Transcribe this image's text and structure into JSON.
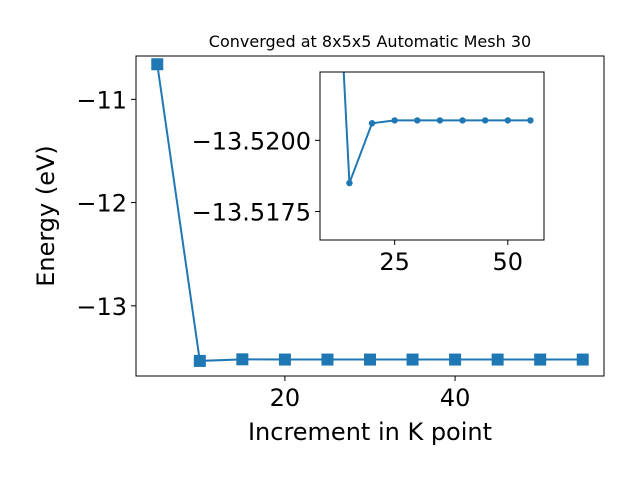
{
  "chart_data": [
    {
      "type": "line",
      "title": "Converged at 8x5x5 Automatic Mesh 30",
      "xlabel": "Increment in K point",
      "ylabel": "Energy (eV)",
      "xlim": [
        2.5,
        57.5
      ],
      "ylim": [
        -13.68,
        -10.58
      ],
      "xticks": [
        20,
        40
      ],
      "xtick_labels": [
        "20",
        "40"
      ],
      "yticks": [
        -11,
        -12,
        -13
      ],
      "ytick_labels": [
        "−11",
        "−12",
        "−13"
      ],
      "grid": false,
      "marker": "square",
      "color": "#1f77b4",
      "series": [
        {
          "x": [
            5,
            10,
            15,
            20,
            25,
            30,
            35,
            40,
            45,
            50,
            55
          ],
          "values": [
            -10.66,
            -13.534,
            -13.5185,
            -13.5206,
            -13.5207,
            -13.5207,
            -13.5207,
            -13.5207,
            -13.5207,
            -13.5207,
            -13.5207
          ]
        }
      ]
    },
    {
      "type": "line",
      "title": "",
      "xlabel": "",
      "ylabel": "",
      "xlim": [
        8.5,
        58
      ],
      "ylim": [
        -13.5165,
        -13.5224
      ],
      "xticks": [
        25,
        50
      ],
      "xtick_labels": [
        "25",
        "50"
      ],
      "yticks": [
        -13.52,
        -13.5175
      ],
      "ytick_labels": [
        "−13.5200",
        "−13.5175"
      ],
      "grid": false,
      "marker": "circle",
      "color": "#1f77b4",
      "series": [
        {
          "x": [
            10,
            15,
            20,
            25,
            30,
            35,
            40,
            45,
            50,
            55
          ],
          "values": [
            -13.534,
            -13.5185,
            -13.5206,
            -13.5207,
            -13.5207,
            -13.5207,
            -13.5207,
            -13.5207,
            -13.5207,
            -13.5207
          ]
        }
      ]
    }
  ]
}
